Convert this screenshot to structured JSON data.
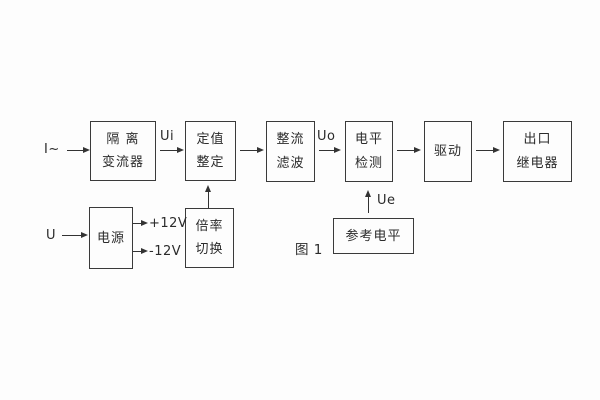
{
  "figure": {
    "caption": "图 1"
  },
  "blocks": {
    "isolation": {
      "line1": "隔 离",
      "line2": "变流器"
    },
    "setting": {
      "line1": "定值",
      "line2": "整定"
    },
    "rectify": {
      "line1": "整流",
      "line2": "滤波"
    },
    "level": {
      "line1": "电平",
      "line2": "检测"
    },
    "drive": {
      "line1": "驱动"
    },
    "relay": {
      "line1": "出口",
      "line2": "继电器"
    },
    "power": {
      "line1": "电源"
    },
    "ratio": {
      "line1": "倍率",
      "line2": "切换"
    },
    "reference": {
      "line1": "参考电平"
    }
  },
  "labels": {
    "input_current": "I~",
    "input_voltage": "U",
    "ui": "Ui",
    "uo": "Uo",
    "ue": "Ue",
    "plus_12v": "+12V",
    "minus_12v": "-12V"
  },
  "colors": {
    "line": "#333333",
    "background": "#fdfdfd",
    "text": "#2b2b2b"
  }
}
